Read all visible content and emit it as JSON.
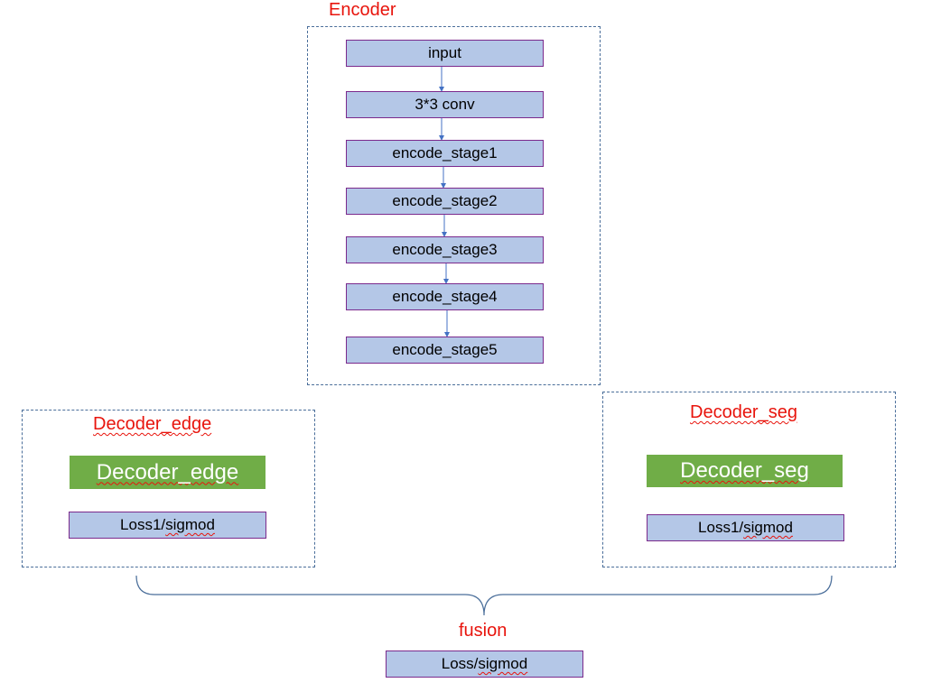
{
  "encoder": {
    "title": "Encoder",
    "nodes": [
      "input",
      "3*3 conv",
      "encode_stage1",
      "encode_stage2",
      "encode_stage3",
      "encode_stage4",
      "encode_stage5"
    ]
  },
  "decoder_edge": {
    "title": "Decoder_edge",
    "block_label": "Decoder_edge",
    "loss_label_prefix": "Loss1/",
    "loss_label_word": "sigmod"
  },
  "decoder_seg": {
    "title": "Decoder_seg",
    "block_label": "Decoder_seg",
    "loss_label_prefix": "Loss1/",
    "loss_label_word": "sigmod"
  },
  "fusion": {
    "title": "fusion",
    "loss_label_prefix": "Loss/",
    "loss_label_word": "sigmod"
  },
  "colors": {
    "title_red": "#e8140c",
    "box_fill": "#b4c7e7",
    "box_border": "#7b2a8c",
    "decoder_green": "#70ad47",
    "line_blue": "#4a6e9a"
  }
}
